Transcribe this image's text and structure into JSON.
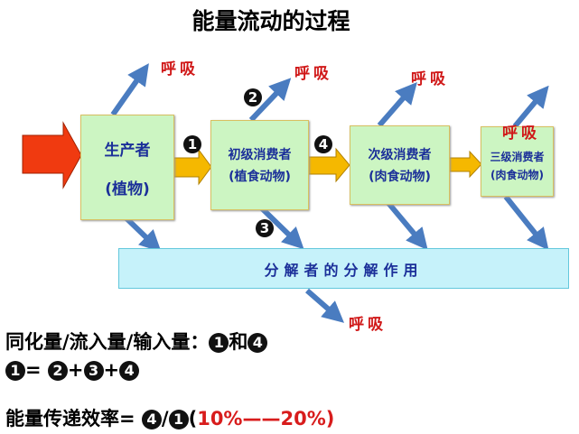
{
  "title": "能量流动的过程",
  "boxes": [
    {
      "line1": "生产者",
      "line2": "(植物)"
    },
    {
      "line1": "初级消费者",
      "line2": "(植食动物)"
    },
    {
      "line1": "次级消费者",
      "line2": "(肉食动物)"
    },
    {
      "line1": "三级消费者",
      "line2": "(肉食动物)"
    }
  ],
  "respiration": "呼吸",
  "decomposer": "分解者的分解作用",
  "markers": {
    "n1": "1",
    "n2": "2",
    "n3": "3",
    "n4": "4"
  },
  "lines": {
    "l1_text": "同化量/流入量/输入量：",
    "l1_and": "和",
    "l2_eq": "=",
    "l2_plus": "+",
    "l3_text": "能量传递效率=",
    "l3_slash": "/",
    "l3_open": "(",
    "l3_range": "10%——20%)"
  },
  "colors": {
    "arrow_blue": "#4a7cc0",
    "arrow_yellow": "#f5b800",
    "arrow_red": "#f03a10",
    "box_fill": "#ccf5c2",
    "bar_fill": "#c6f2fa",
    "text_red": "#d01818"
  }
}
